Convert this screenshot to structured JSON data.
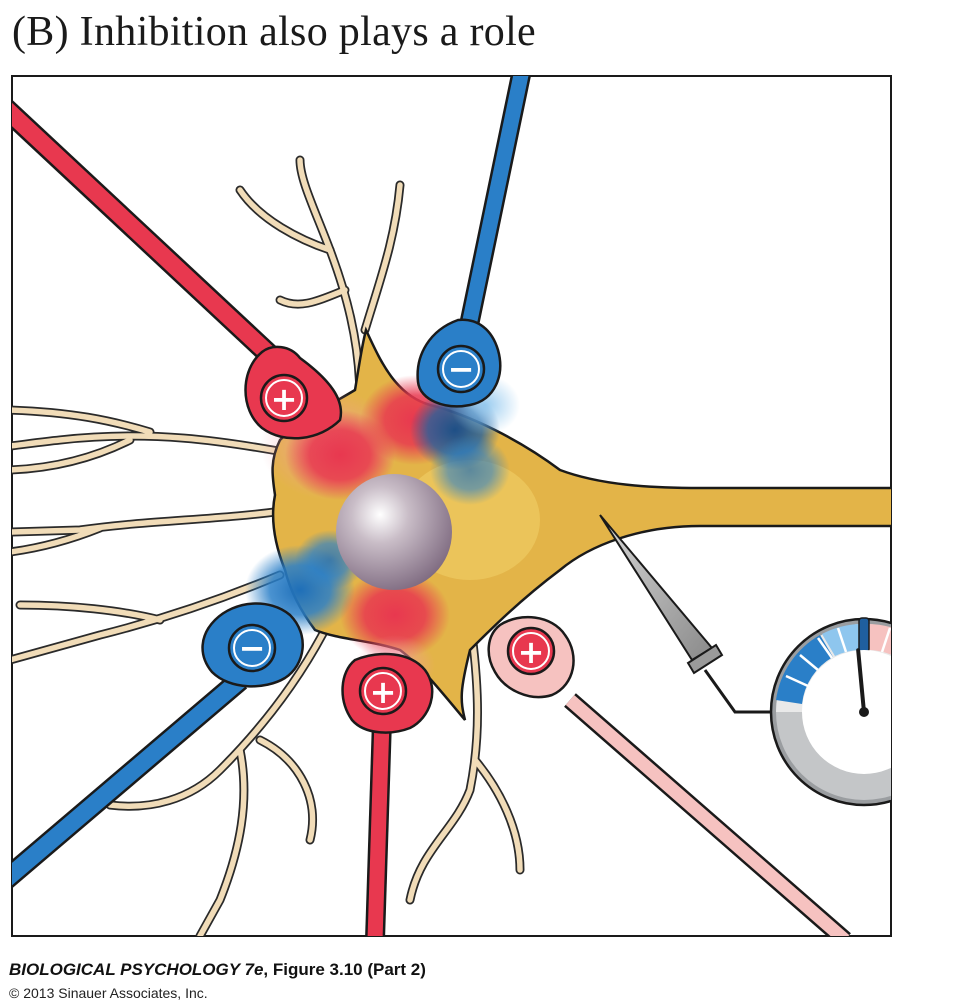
{
  "title": "(B)  Inhibition also plays a role",
  "synapse_signs": {
    "excitatory": "+",
    "inhibitory": "−"
  },
  "colors": {
    "excitatory": "#e8384f",
    "excitatory_faint": "#f6c2c0",
    "inhibitory": "#2a7fc8",
    "neuron_body": "#e3b448",
    "dendrite": "#f1dcb8",
    "outline": "#1a1a1a",
    "meter_rim": "#9a9da0"
  },
  "meter": {
    "needle_level": 0.47,
    "scale_left": "inhibitory",
    "scale_right": "excitatory"
  },
  "caption": {
    "book": "BIOLOGICAL PSYCHOLOGY 7e",
    "figure": ", Figure 3.10 (Part 2)",
    "copyright": "© 2013 Sinauer Associates, Inc."
  }
}
